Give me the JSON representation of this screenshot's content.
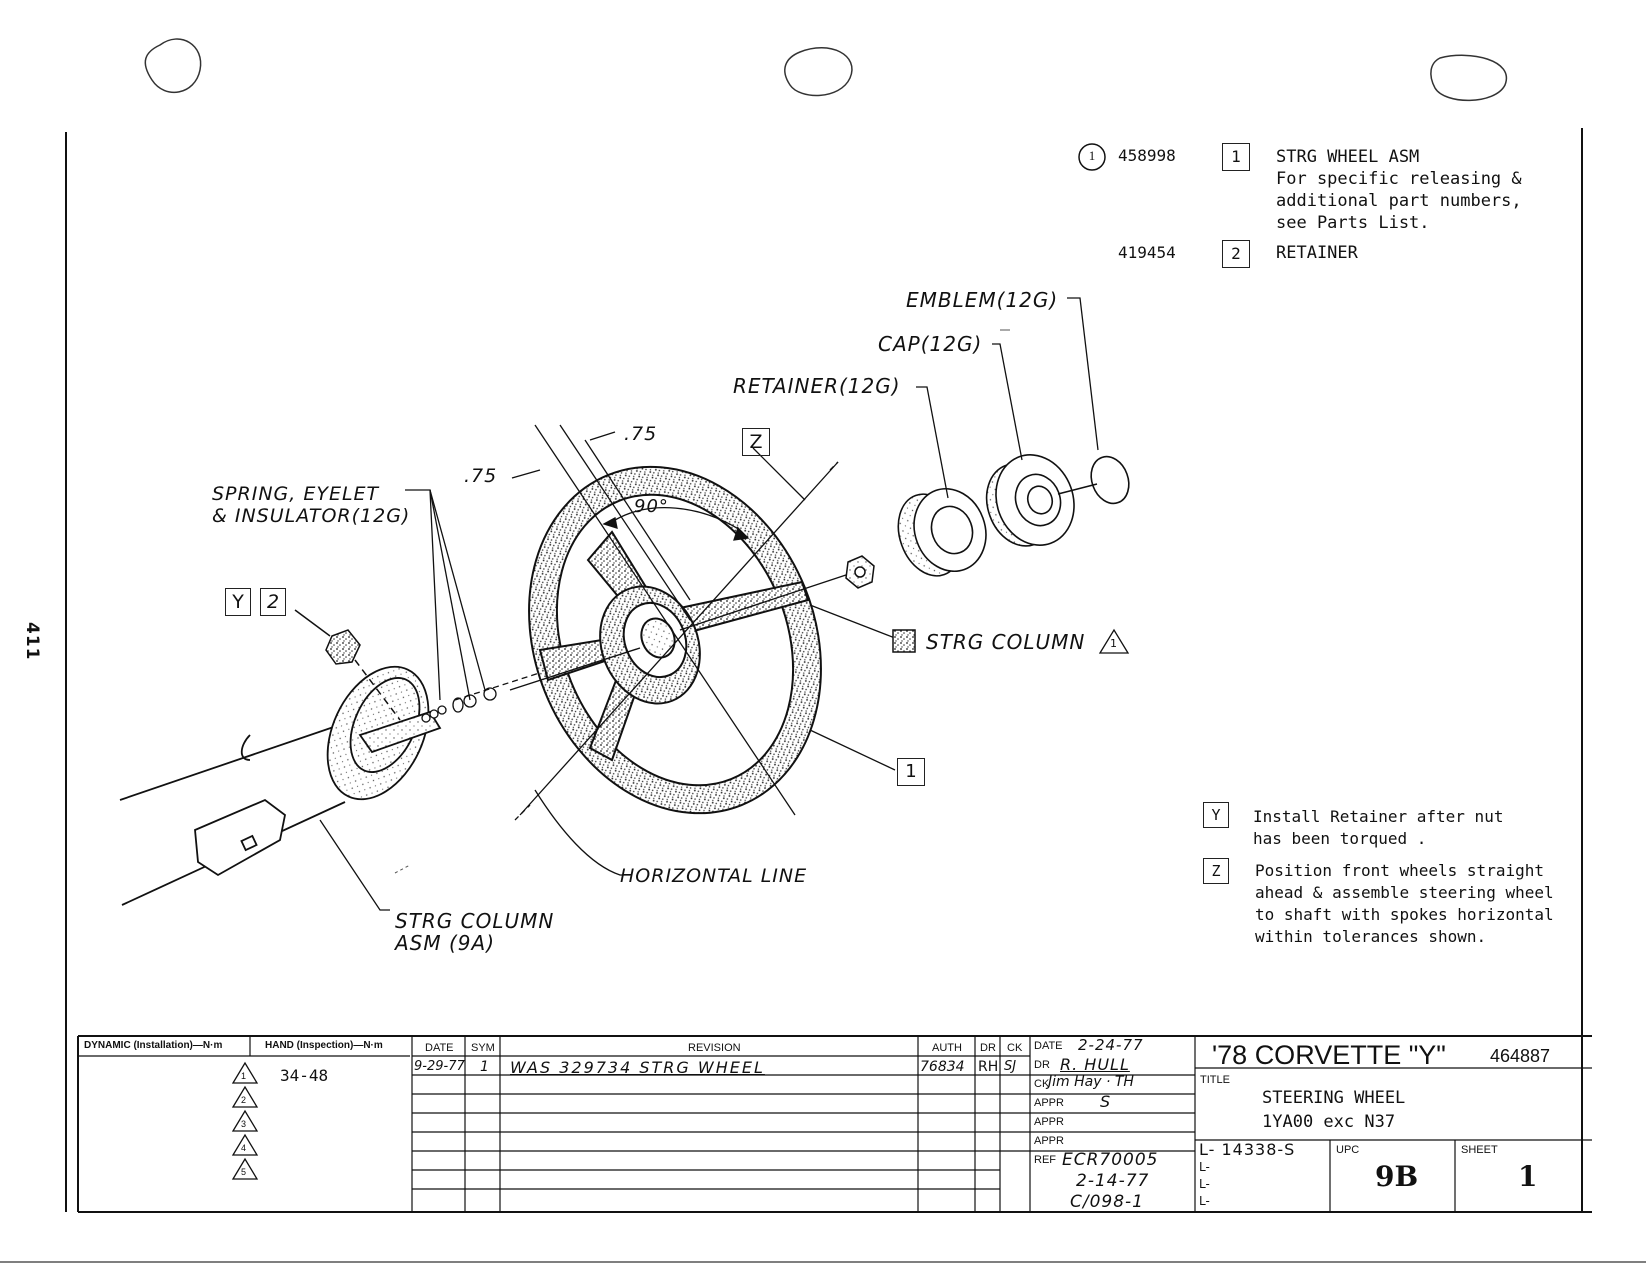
{
  "page_number": "411",
  "parts": [
    {
      "symbol": "1",
      "part_no": "458998",
      "index": "1",
      "desc": [
        "STRG WHEEL ASM",
        "For specific releasing &",
        "additional part numbers,",
        "see Parts List."
      ]
    },
    {
      "part_no": "419454",
      "index": "2",
      "desc": [
        "RETAINER"
      ]
    }
  ],
  "labels": {
    "emblem": "EMBLEM(12G)",
    "cap": "CAP(12G)",
    "retainer": "RETAINER(12G)",
    "spring_1": "SPRING, EYELET",
    "spring_2": "& INSULATOR(12G)",
    "angle": "90°",
    "tol_a": ".75",
    "tol_b": ".75",
    "z_box": "Z",
    "y_box": "Y",
    "two_box": "2",
    "strg_column": "STRG COLUMN",
    "strg_column_flag": "1",
    "one_box": "1",
    "horizontal_line": "HORIZONTAL LINE",
    "asm_1": "STRG COLUMN",
    "asm_2": "ASM (9A)"
  },
  "notes": [
    {
      "key": "Y",
      "lines": [
        "Install Retainer after nut",
        "has been torqued ."
      ]
    },
    {
      "key": "Z",
      "lines": [
        "Position front wheels straight",
        "ahead & assemble steering wheel",
        "to shaft with spokes horizontal",
        "within tolerances shown."
      ]
    }
  ],
  "torque": {
    "dynamic_header": "DYNAMIC (Installation)—N·m",
    "hand_header": "HAND (Inspection)—N·m",
    "flags": [
      "1",
      "2",
      "3",
      "4",
      "5"
    ],
    "value": "34-48"
  },
  "revision": {
    "headers": {
      "date": "DATE",
      "sym": "SYM",
      "revision": "REVISION",
      "auth": "AUTH",
      "dr": "DR",
      "ck": "CK"
    },
    "rows": [
      {
        "date": "9-29-77",
        "sym": "1",
        "revision": "WAS 329734 STRG WHEEL",
        "auth": "76834",
        "dr": "RH",
        "ck": "SJ"
      }
    ]
  },
  "approvals": {
    "date_label": "DATE",
    "date": "2-24-77",
    "dr_label": "DR",
    "dr": "R. HULL",
    "ck_label": "CK",
    "ck": "Jim Hay · TH",
    "appr_label": "APPR",
    "appr1": "S",
    "ref_label": "REF",
    "ref_lines": [
      "ECR70005",
      "2-14-77",
      "C/098-1"
    ]
  },
  "title_block": {
    "model": "'78 CORVETTE \"Y\"",
    "drawing_no": "464887",
    "title_label": "TITLE",
    "title_lines": [
      "STEERING WHEEL",
      "1YA00  exc N37"
    ],
    "l_line": "L- 14338-S",
    "l_prefix": "L-",
    "upc_label": "UPC",
    "upc": "9B",
    "sheet_label": "SHEET",
    "sheet": "1"
  }
}
